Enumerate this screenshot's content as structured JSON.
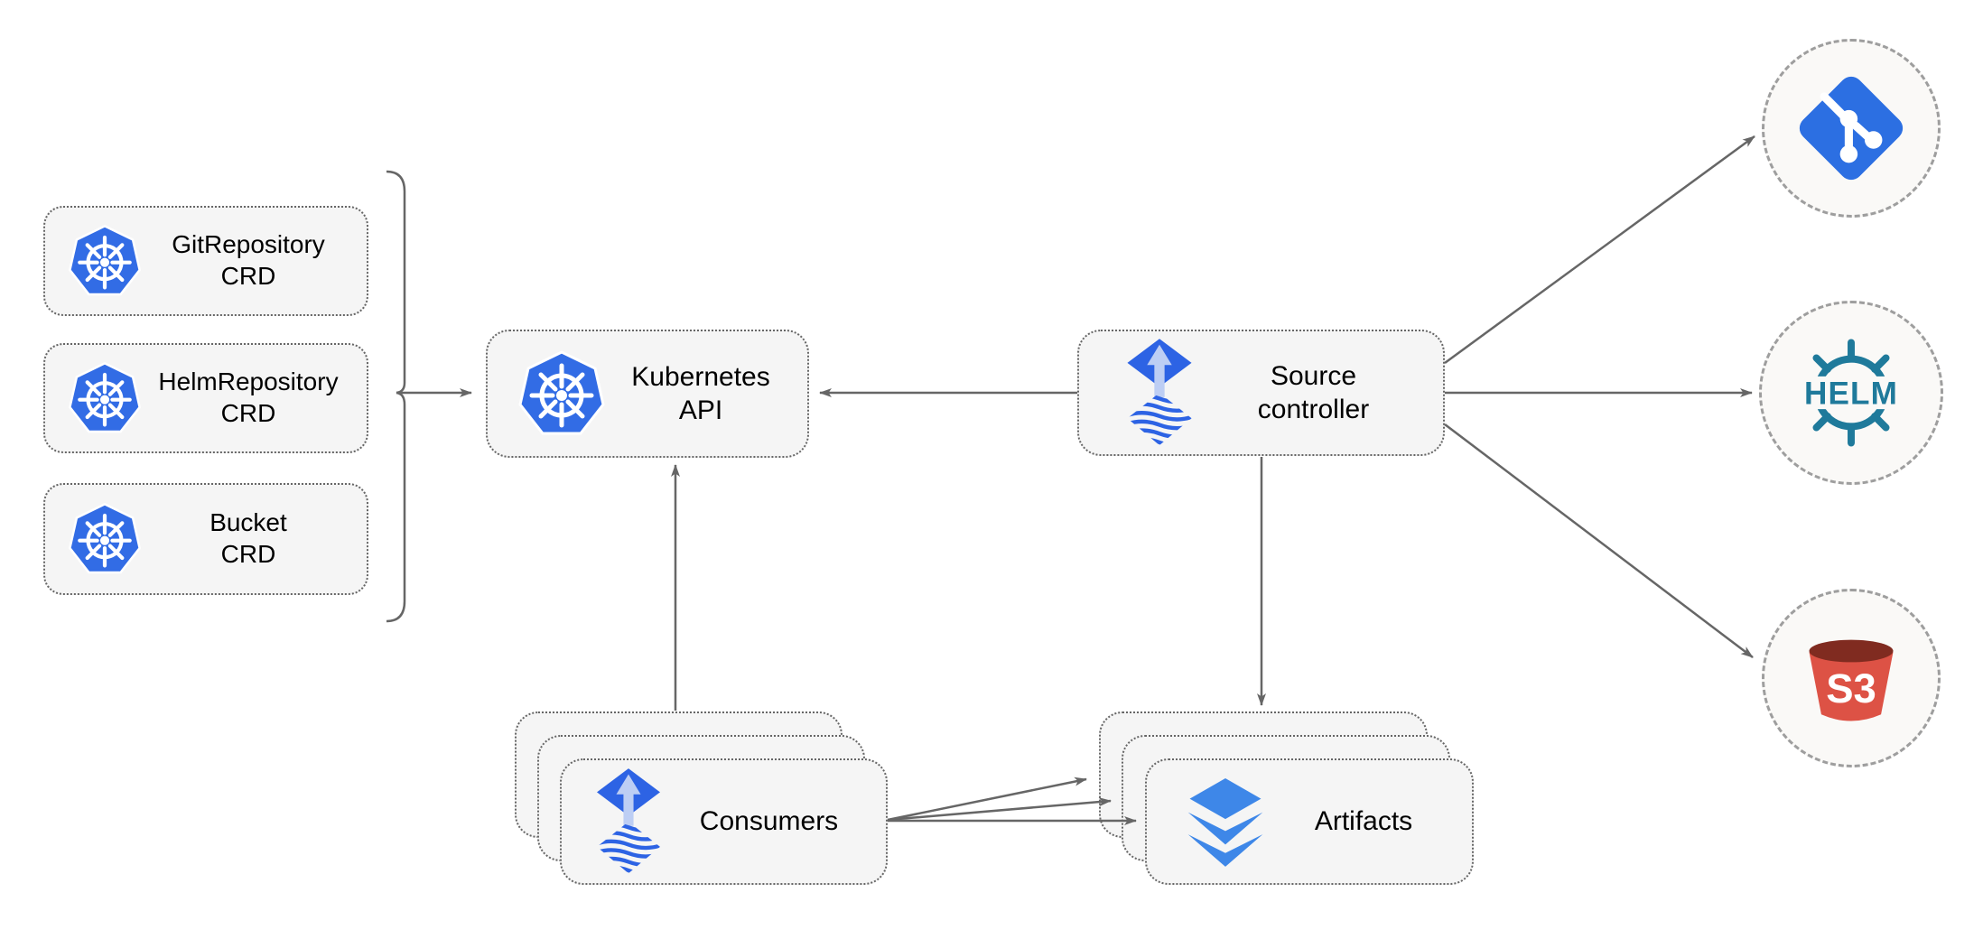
{
  "diagram": {
    "nodes": {
      "crd_boxes": [
        {
          "label": "GitRepository\nCRD"
        },
        {
          "label": "HelmRepository\nCRD"
        },
        {
          "label": "Bucket\nCRD"
        }
      ],
      "kubernetes_api": {
        "label": "Kubernetes API"
      },
      "source_controller": {
        "label": "Source\ncontroller"
      },
      "consumers": {
        "label": "Consumers"
      },
      "artifacts": {
        "label": "Artifacts"
      },
      "git_endpoint": {
        "icon": "git-logo"
      },
      "helm_endpoint": {
        "label": "HELM"
      },
      "s3_endpoint": {
        "label": "S3"
      }
    },
    "colors": {
      "kubernetes_blue": "#326CE5",
      "flux_blue": "#2D63E4",
      "flux_arrow_light": "#BDCEF4",
      "layers_blue": "#3E87E8",
      "git_blue": "#2C6FE2",
      "helm_teal": "#1F7A9B",
      "s3_red": "#DD5245",
      "s3_dark_red": "#802B20",
      "edge_gray": "#666666",
      "border_gray": "#666666",
      "circle_border": "#9E9E9E",
      "node_fill": "#F5F5F5",
      "circle_fill": "#FAF9F7",
      "text_black": "#000000"
    }
  }
}
